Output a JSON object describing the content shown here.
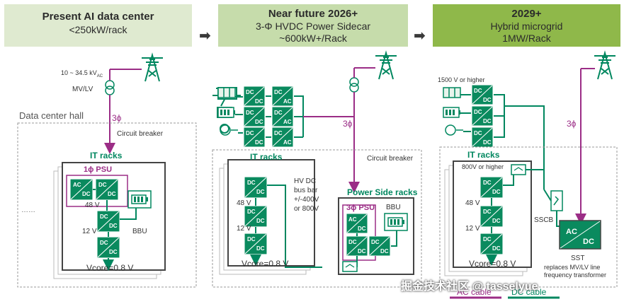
{
  "colors": {
    "header_bg_1": "#dfead0",
    "header_bg_2": "#c6dcab",
    "header_bg_3": "#8fb84a",
    "ac_cable": "#9b2d86",
    "dc_cable": "#00875f",
    "converter_fill": "#0a8a5e"
  },
  "panels": {
    "present": {
      "title": "Present AI data center",
      "subtitle": "<250kW/rack",
      "voltage": "10 ~ 34.5 kV",
      "voltage_sub": "AC",
      "mvlv": "MV/LV",
      "phase": "3ϕ",
      "hall": "Data center hall",
      "breaker": "Circuit breaker",
      "it_racks": "IT racks",
      "psu": "1ϕ PSU",
      "v48": "48 V",
      "v12": "12 V",
      "bbu": "BBU",
      "vcore": "Vcore=0.8 V",
      "dots": "……"
    },
    "near": {
      "title": "Near future 2026+",
      "subtitle": "3-Φ HVDC Power Sidecar",
      "subtitle2": "~600kW+/Rack",
      "phase": "3ϕ",
      "breaker": "Circuit breaker",
      "it_racks": "IT racks",
      "hvdc": [
        "HV DC",
        "bus bar",
        "+/-400V",
        "or 800V"
      ],
      "v48": "48 V",
      "v12": "12 V",
      "vcore": "Vcore=0.8 V",
      "power_side": "Power Side racks",
      "psu": "3ϕ PSU",
      "bbu": "BBU"
    },
    "future": {
      "title": "2029+",
      "subtitle": "Hybrid microgrid",
      "subtitle2": "1MW/Rack",
      "v1500": "1500 V or higher",
      "phase": "3ϕ",
      "it_racks": "IT racks",
      "v800": "800V or higher",
      "v48": "48 V",
      "v12": "12 V",
      "vcore": "Vcore=0.8 V",
      "sscb": "SSCB",
      "sst": "SST",
      "sst_desc": "replaces MV/LV line",
      "sst_desc2": "frequency transformer"
    }
  },
  "legend": {
    "ac": "AC cable",
    "dc": "DC cable"
  },
  "watermark": "掘金技术社区 @ tasselyue",
  "converter": {
    "dcdc_top": "DC",
    "dcdc_bot": "DC",
    "acdc_top": "AC",
    "acdc_bot": "DC",
    "dcac_top": "DC",
    "dcac_bot": "AC"
  }
}
